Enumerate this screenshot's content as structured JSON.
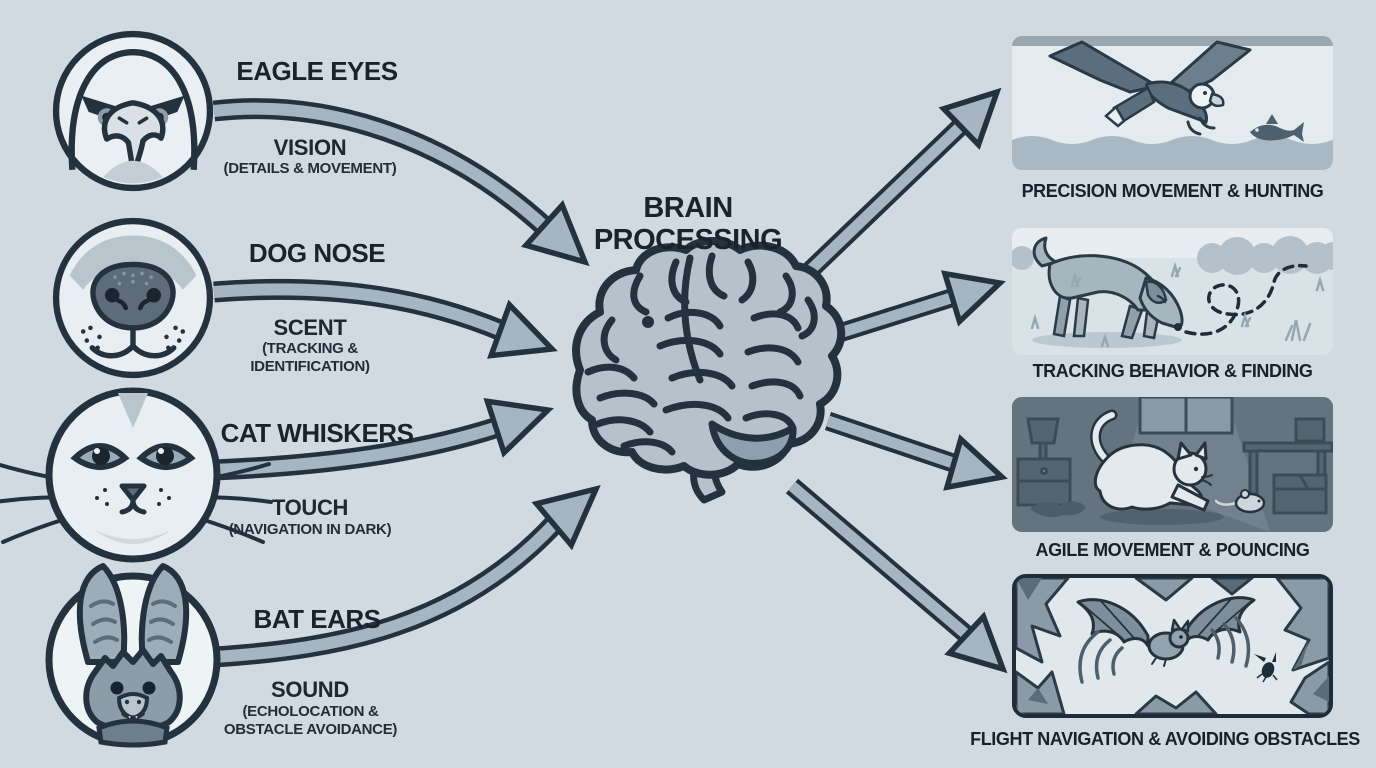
{
  "diagram_title": "",
  "center": {
    "label_line1": "BRAIN",
    "label_line2": "PROCESSING"
  },
  "senses": [
    {
      "id": "eagle",
      "icon": "eagle-face-icon",
      "title": "EAGLE EYES",
      "sense": "VISION",
      "detail": "(DETAILS & MOVEMENT)"
    },
    {
      "id": "dog",
      "icon": "dog-nose-icon",
      "title": "DOG NOSE",
      "sense": "SCENT",
      "detail": "(TRACKING & IDENTIFICATION)"
    },
    {
      "id": "cat",
      "icon": "cat-face-icon",
      "title": "CAT WHISKERS",
      "sense": "TOUCH",
      "detail": "(NAVIGATION IN DARK)"
    },
    {
      "id": "bat",
      "icon": "bat-face-icon",
      "title": "BAT EARS",
      "sense": "SOUND",
      "detail": "(ECHOLOCATION & OBSTACLE AVOIDANCE)"
    }
  ],
  "outcomes": [
    {
      "id": "eagle-hunting",
      "illustration": "eagle-catching-fish-over-water",
      "caption": "PRECISION MOVEMENT & HUNTING"
    },
    {
      "id": "dog-tracking",
      "illustration": "dog-sniffing-scent-trail",
      "caption": "TRACKING BEHAVIOR & FINDING"
    },
    {
      "id": "cat-pouncing",
      "illustration": "cat-stalking-mouse-in-dark-room",
      "caption": "AGILE MOVEMENT & POUNCING"
    },
    {
      "id": "bat-flight",
      "illustration": "bat-echolocating-in-cave",
      "caption": "FLIGHT NAVIGATION & AVOIDING OBSTACLES"
    }
  ],
  "connections": [
    {
      "from": "eagle-eyes",
      "to": "brain"
    },
    {
      "from": "dog-nose",
      "to": "brain"
    },
    {
      "from": "cat-whiskers",
      "to": "brain"
    },
    {
      "from": "bat-ears",
      "to": "brain"
    },
    {
      "from": "brain",
      "to": "eagle-hunting"
    },
    {
      "from": "brain",
      "to": "dog-tracking"
    },
    {
      "from": "brain",
      "to": "cat-pouncing"
    },
    {
      "from": "brain",
      "to": "bat-flight"
    }
  ],
  "colors": {
    "background": "#d1dae0",
    "outline_dark": "#24323f",
    "arrow_fill": "#a6b5c0",
    "text": "#1a232d",
    "circle_bg": "#e9eff2",
    "brain_fill": "#b6c2cb",
    "cerebellum_fill": "#8ea0ad",
    "panel_dark_room": "#64747f"
  }
}
